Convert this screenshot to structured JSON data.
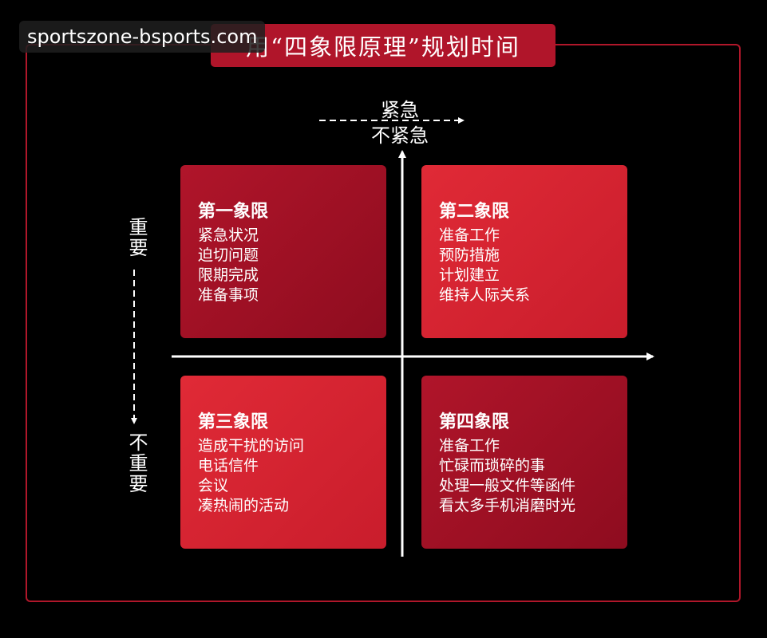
{
  "title": "用“四象限原理”规划时间",
  "watermark": "sportszone-bsports.com",
  "legend": {
    "urgent": "紧急",
    "not_urgent": "不紧急"
  },
  "axis": {
    "important": "重要",
    "not_important": "不重要"
  },
  "quadrants": [
    {
      "title": "第一象限",
      "items": [
        "紧急状况",
        "迫切问题",
        "限期完成",
        "准备事项"
      ]
    },
    {
      "title": "第二象限",
      "items": [
        "准备工作",
        "预防措施",
        "计划建立",
        "维持人际关系"
      ]
    },
    {
      "title": "第三象限",
      "items": [
        "造成干扰的访问",
        "电话信件",
        "会议",
        "凑热闹的活动"
      ]
    },
    {
      "title": "第四象限",
      "items": [
        "准备工作",
        "忙碌而琐碎的事",
        "处理一般文件等函件",
        "看太多手机消磨时光"
      ]
    }
  ],
  "colors": {
    "frame": "#b0172a",
    "quadrant_dark": "#a01226",
    "quadrant_light": "#d8232f",
    "background": "#000000"
  }
}
